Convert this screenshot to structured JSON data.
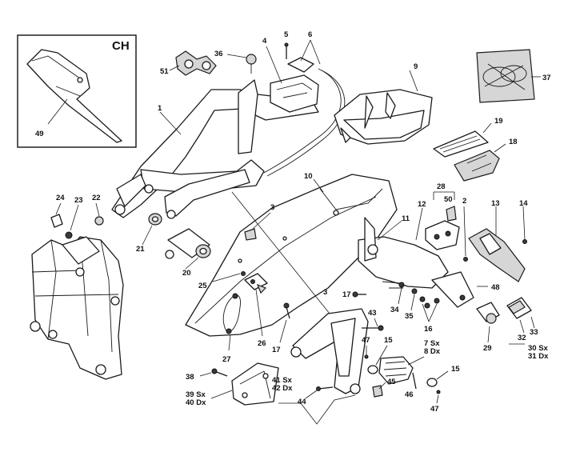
{
  "inset": {
    "title": "CH"
  },
  "labels": {
    "p49": "49",
    "p51": "51",
    "p36": "36",
    "p4": "4",
    "p5": "5",
    "p6": "6",
    "p9": "9",
    "p1": "1",
    "p37": "37",
    "p19": "19",
    "p18": "18",
    "p10": "10",
    "p28": "28",
    "p50": "50",
    "p2": "2",
    "p12": "12",
    "p13": "13",
    "p14": "14",
    "p24": "24",
    "p23": "23",
    "p22": "22",
    "p3a": "3",
    "p11": "11",
    "p21": "21",
    "p20": "20",
    "p25": "25",
    "p48": "48",
    "p17a": "17",
    "p34": "34",
    "p35": "35",
    "p16": "16",
    "p43": "43",
    "p3b": "3",
    "p26": "26",
    "p27": "27",
    "p17b": "17",
    "p47a": "47",
    "p15a": "15",
    "p7": "7 Sx",
    "p8": "8 Dx",
    "p29": "29",
    "p32": "32",
    "p33": "33",
    "p30": "30 Sx",
    "p31": "31 Dx",
    "p15b": "15",
    "p46": "46",
    "p45": "45",
    "p47b": "47",
    "p38": "38",
    "p41": "41 Sx",
    "p42": "42 Dx",
    "p39": "39 Sx",
    "p40": "40 Dx",
    "p44": "44"
  }
}
